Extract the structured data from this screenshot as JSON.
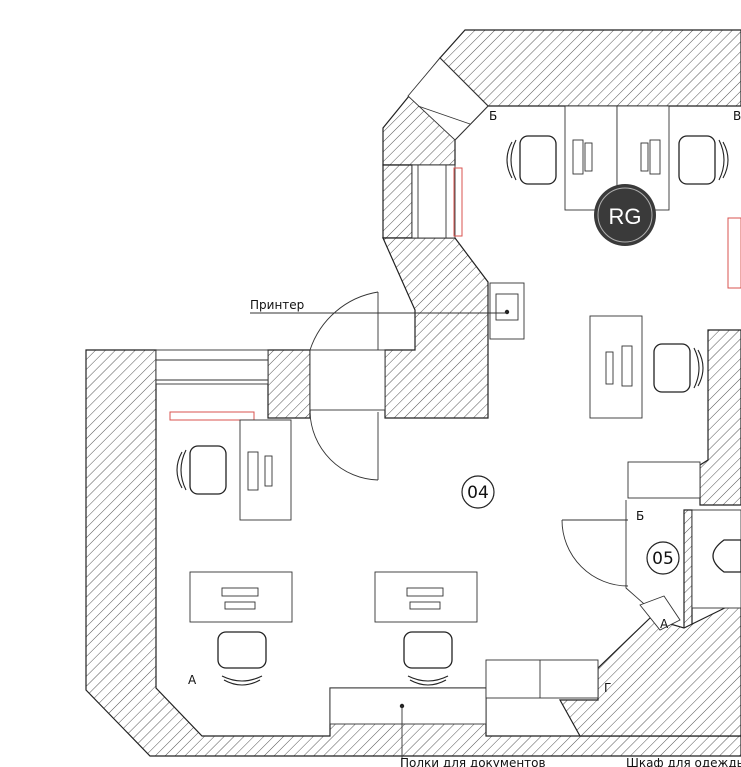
{
  "watermark": {
    "text": "RG"
  },
  "rooms": [
    {
      "id": "room-04",
      "label": "04"
    },
    {
      "id": "room-05",
      "label": "05"
    }
  ],
  "axes": {
    "b_top": "Б",
    "v_top": "В",
    "a_left": "А",
    "b_right": "Б",
    "a_right": "А",
    "g_bottom": "Г"
  },
  "callouts": {
    "printer": "Принтер",
    "shelves": "Полки для документов",
    "wardrobe": "Шкаф для одежды"
  },
  "colors": {
    "wall_stroke": "#222222",
    "hatch": "#555555",
    "accent_red": "#d9534f",
    "watermark_bg": "#3a3a3a"
  }
}
